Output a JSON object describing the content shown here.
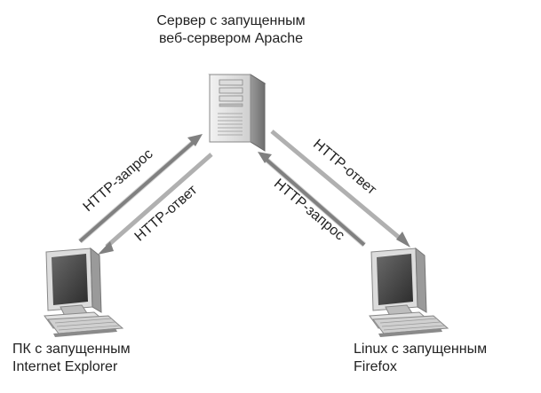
{
  "server": {
    "label_line1": "Сервер с запущенным",
    "label_line2": "веб-сервером Apache"
  },
  "client_left": {
    "label_line1": "ПК с запущенным",
    "label_line2": "Internet Explorer"
  },
  "client_right": {
    "label_line1": "Linux с запущенным",
    "label_line2": "Firefox"
  },
  "arrows": {
    "left_request": "HTTP-запрос",
    "left_response": "HTTP-ответ",
    "right_response": "HTTP-ответ",
    "right_request": "HTTP-запрос"
  },
  "colors": {
    "arrow_dark": "#808080",
    "arrow_light": "#d3d3d3",
    "device_light": "#e6e6e6",
    "device_mid": "#b8b8b8",
    "device_dark": "#555555"
  }
}
